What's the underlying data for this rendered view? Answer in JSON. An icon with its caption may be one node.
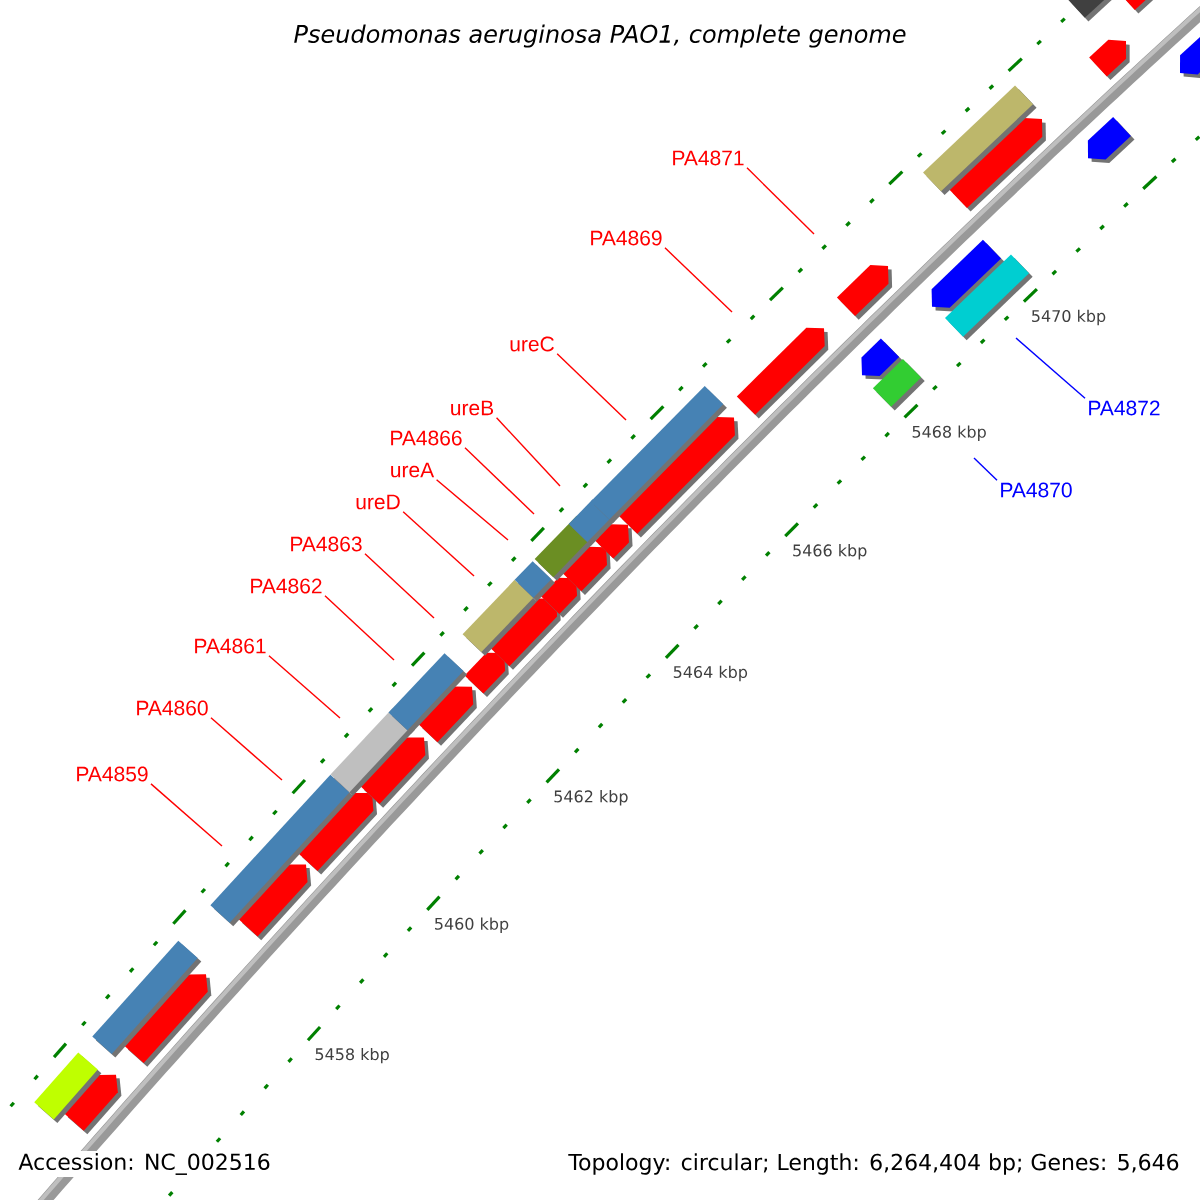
{
  "diagram": {
    "title": "Pseudomonas aeruginosa PAO1, complete genome",
    "nodes": [
      {
        "text": [
          "PA4859"
        ]
      },
      {
        "text": [
          "PA4860"
        ]
      },
      {
        "text": [
          "PA4861"
        ]
      },
      {
        "text": [
          "PA4862"
        ]
      },
      {
        "text": [
          "PA4863"
        ]
      },
      {
        "text": [
          "ureD"
        ]
      },
      {
        "text": [
          "ureA"
        ]
      },
      {
        "text": [
          "PA4866"
        ]
      },
      {
        "text": [
          "ureB"
        ]
      },
      {
        "text": [
          "ureC"
        ]
      },
      {
        "text": [
          "PA4869"
        ]
      },
      {
        "text": [
          "PA4871"
        ]
      },
      {
        "text": [
          "PA4872"
        ]
      },
      {
        "text": [
          "PA4870"
        ]
      }
    ],
    "edges": [
      {
        "from": 0,
        "to": null,
        "arrow": "none"
      },
      {
        "from": 1,
        "to": null,
        "arrow": "none"
      },
      {
        "from": 2,
        "to": null,
        "arrow": "none"
      },
      {
        "from": 3,
        "to": null,
        "arrow": "none"
      },
      {
        "from": 4,
        "to": null,
        "arrow": "none"
      },
      {
        "from": 5,
        "to": null,
        "arrow": "none"
      },
      {
        "from": 6,
        "to": null,
        "arrow": "none"
      },
      {
        "from": 7,
        "to": null,
        "arrow": "none"
      },
      {
        "from": 8,
        "to": null,
        "arrow": "none"
      },
      {
        "from": 9,
        "to": null,
        "arrow": "none"
      },
      {
        "from": 10,
        "to": null,
        "arrow": "none"
      },
      {
        "from": 11,
        "to": null,
        "arrow": "none"
      },
      {
        "from": 12,
        "to": null,
        "arrow": "none",
        "color": "#0000ff"
      },
      {
        "from": 13,
        "to": null,
        "arrow": "none",
        "color": "#0000ff"
      }
    ],
    "labels": [
      "5458 kbp",
      "5460 kbp",
      "5462 kbp",
      "5464 kbp",
      "5466 kbp",
      "5468 kbp",
      "5470 kbp",
      "Accession: NC_002516",
      "Topology: circular; Length: 6,264,404 bp; Genes: 5,646"
    ]
  }
}
